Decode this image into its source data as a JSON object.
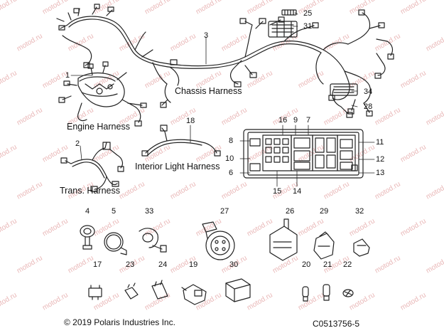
{
  "diagram": {
    "labels": {
      "chassis_harness": "Chassis Harness",
      "engine_harness": "Engine Harness",
      "trans_harness": "Trans. Harness",
      "interior_light_harness": "Interior Light Harness"
    },
    "callouts": [
      "1",
      "2",
      "3",
      "4",
      "5",
      "6",
      "7",
      "8",
      "9",
      "10",
      "11",
      "12",
      "13",
      "14",
      "15",
      "16",
      "17",
      "18",
      "19",
      "20",
      "21",
      "22",
      "23",
      "24",
      "25",
      "26",
      "27",
      "28",
      "29",
      "30",
      "31",
      "32",
      "33",
      "34"
    ],
    "watermark": "motod.ru",
    "copyright": "© 2019 Polaris Industries Inc.",
    "part_code": "C0513756-5"
  }
}
